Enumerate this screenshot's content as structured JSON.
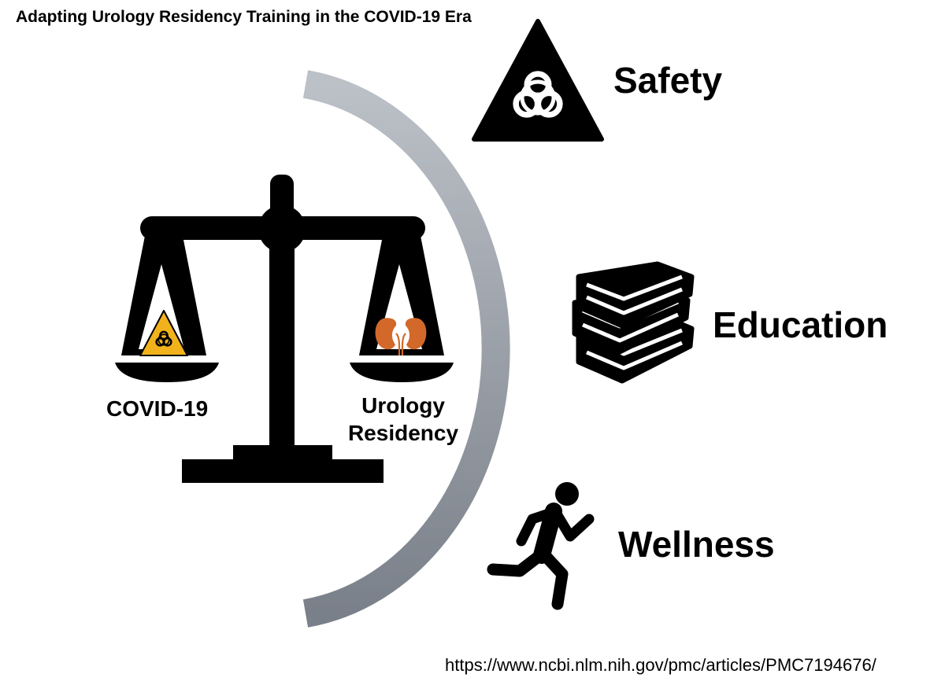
{
  "title": "Adapting Urology Residency Training in the COVID-19 Era",
  "scale": {
    "left_pan_label": "COVID-19",
    "right_pan_label_line1": "Urology",
    "right_pan_label_line2": "Residency"
  },
  "pillars": [
    {
      "label": "Safety",
      "icon": "biohazard-triangle-icon"
    },
    {
      "label": "Education",
      "icon": "books-stack-icon"
    },
    {
      "label": "Wellness",
      "icon": "running-person-icon"
    }
  ],
  "source_url": "https://www.ncbi.nlm.nih.gov/pmc/articles/PMC7194676/",
  "colors": {
    "arc_light": "#b7bcc3",
    "arc_dark": "#7d838c",
    "hazard_yellow": "#f2b21b",
    "kidney_orange": "#d2692a",
    "ink": "#000000"
  }
}
